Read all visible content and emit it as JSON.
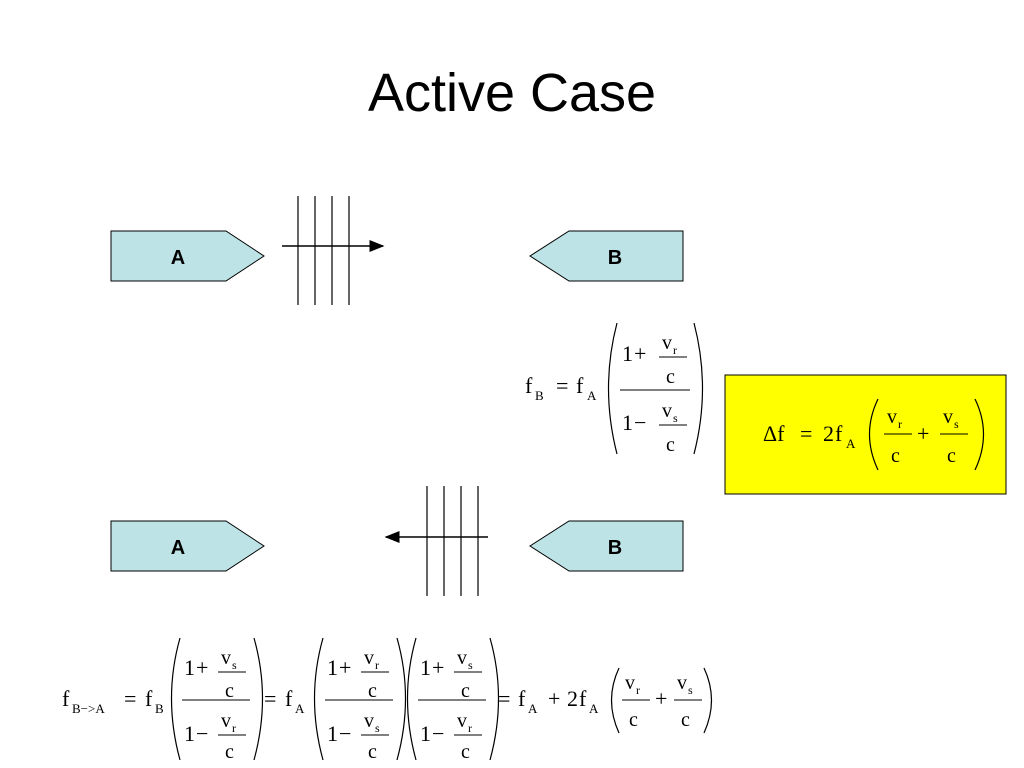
{
  "slide": {
    "title": "Active Case"
  },
  "colors": {
    "shape_fill": "#bde3e6",
    "highlight": "#ffff00",
    "stroke": "#000000"
  },
  "diagram": {
    "top": {
      "left_label": "A",
      "right_label": "B",
      "wave_direction": "right"
    },
    "bottom": {
      "left_label": "A",
      "right_label": "B",
      "wave_direction": "left"
    }
  },
  "equations": {
    "f": "f",
    "sub_B": "B",
    "sub_A": "A",
    "sub_BA": "B−>A",
    "eq": "=",
    "one": "1",
    "plus": "+",
    "minus": "−",
    "v": "v",
    "sub_r": "r",
    "sub_s": "s",
    "c": "c",
    "delta_f": "Δf",
    "two": "2"
  }
}
